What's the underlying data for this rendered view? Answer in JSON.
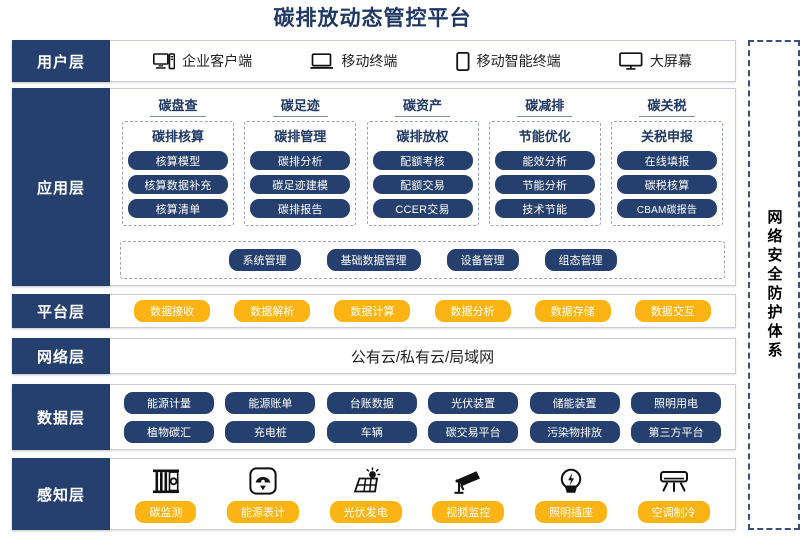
{
  "title": "碳排放动态管控平台",
  "security": {
    "label": "网络安全防护体系"
  },
  "layers": {
    "user": {
      "label": "用户层"
    },
    "app": {
      "label": "应用层"
    },
    "platform": {
      "label": "平台层"
    },
    "network": {
      "label": "网络层"
    },
    "data": {
      "label": "数据层"
    },
    "sense": {
      "label": "感知层"
    }
  },
  "user_layer": {
    "items": [
      {
        "icon": "desktop-monitor-icon",
        "label": "企业客户端"
      },
      {
        "icon": "laptop-icon",
        "label": "移动终端"
      },
      {
        "icon": "smartphone-icon",
        "label": "移动智能终端"
      },
      {
        "icon": "large-screen-icon",
        "label": "大屏幕"
      }
    ]
  },
  "app_layer": {
    "columns": [
      {
        "title": "碳盘查",
        "sub": "碳排核算",
        "items": [
          "核算模型",
          "核算数据补充",
          "核算清单"
        ]
      },
      {
        "title": "碳足迹",
        "sub": "碳排管理",
        "items": [
          "碳排分析",
          "碳足迹建模",
          "碳排报告"
        ]
      },
      {
        "title": "碳资产",
        "sub": "碳排放权",
        "items": [
          "配额考核",
          "配额交易",
          "CCER交易"
        ]
      },
      {
        "title": "碳减排",
        "sub": "节能优化",
        "items": [
          "能效分析",
          "节能分析",
          "技术节能"
        ]
      },
      {
        "title": "碳关税",
        "sub": "关税申报",
        "items": [
          "在线填报",
          "碳税核算",
          "CBAM碳报告"
        ]
      }
    ],
    "management": [
      "系统管理",
      "基础数据管理",
      "设备管理",
      "组态管理"
    ]
  },
  "platform_layer": {
    "items": [
      "数据接收",
      "数据解析",
      "数据计算",
      "数据分析",
      "数据存储",
      "数据交互"
    ]
  },
  "network_layer": {
    "text": "公有云/私有云/局域网"
  },
  "data_layer": {
    "row1": [
      "能源计量",
      "能源账单",
      "台账数据",
      "光伏装置",
      "储能装置",
      "照明用电"
    ],
    "row2": [
      "植物碳汇",
      "充电桩",
      "车辆",
      "碳交易平台",
      "污染物排放",
      "第三方平台"
    ]
  },
  "sense_layer": {
    "items": [
      {
        "icon": "carbon-monitor-icon",
        "label": "碳监测"
      },
      {
        "icon": "energy-meter-icon",
        "label": "能源表计"
      },
      {
        "icon": "solar-panel-icon",
        "label": "光伏发电"
      },
      {
        "icon": "cctv-camera-icon",
        "label": "视频监控"
      },
      {
        "icon": "light-bulb-icon",
        "label": "照明插座"
      },
      {
        "icon": "air-conditioner-icon",
        "label": "空调制冷"
      }
    ]
  },
  "colors": {
    "navy": "#25406e",
    "yellow": "#fcb414",
    "title": "#1f3864"
  }
}
